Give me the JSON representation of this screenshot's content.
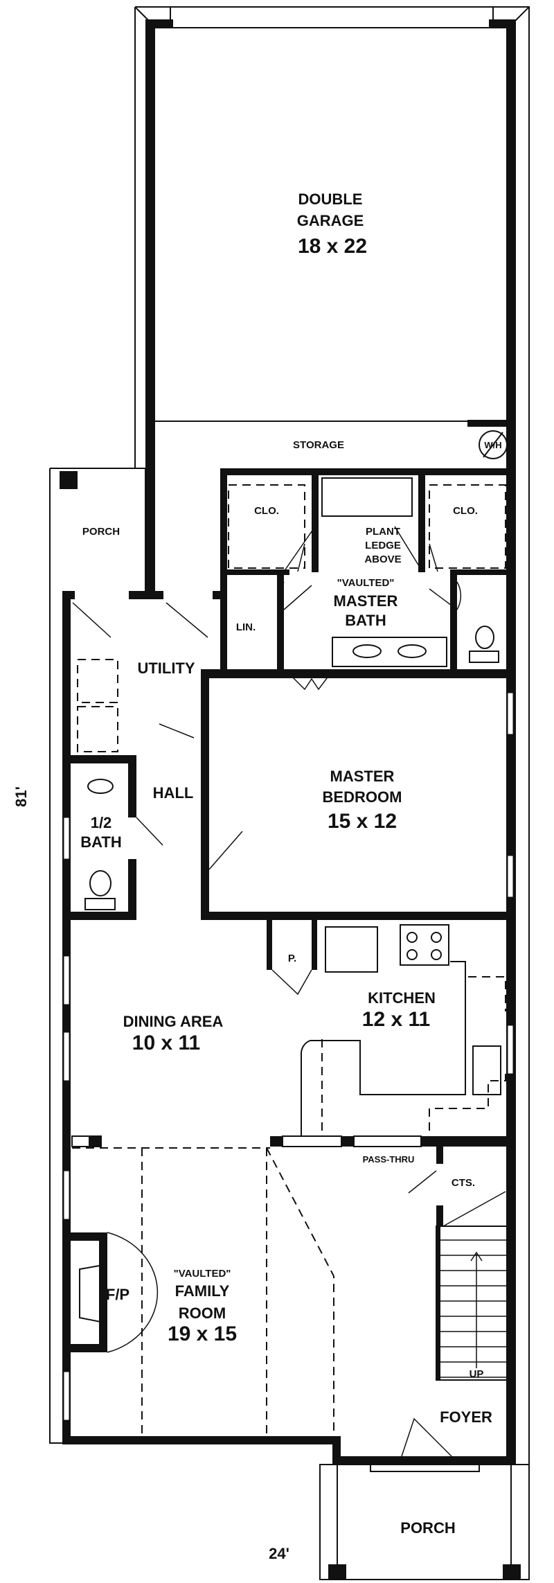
{
  "plan": {
    "garage": {
      "name_line1": "DOUBLE",
      "name_line2": "GARAGE",
      "size": "18 x 22"
    },
    "storage": {
      "name": "STORAGE",
      "water_heater": "W/H"
    },
    "side_porch": {
      "name": "PORCH"
    },
    "closet_left": {
      "name": "CLO."
    },
    "closet_right": {
      "name": "CLO."
    },
    "plant_ledge": {
      "line1": "PLANT",
      "line2": "LEDGE",
      "line3": "ABOVE"
    },
    "master_bath": {
      "note": "\"VAULTED\"",
      "name_line1": "MASTER",
      "name_line2": "BATH"
    },
    "linen": {
      "name": "LIN."
    },
    "utility": {
      "name": "UTILITY"
    },
    "hall": {
      "name": "HALL"
    },
    "half_bath": {
      "name_line1": "1/2",
      "name_line2": "BATH"
    },
    "master_bedroom": {
      "name_line1": "MASTER",
      "name_line2": "BEDROOM",
      "size": "15 x 12"
    },
    "pantry": {
      "name": "P."
    },
    "kitchen": {
      "name": "KITCHEN",
      "size": "12 x 11"
    },
    "dining": {
      "name": "DINING AREA",
      "size": "10 x 11"
    },
    "pass_thru": {
      "name": "PASS-THRU"
    },
    "coats": {
      "name": "CTS."
    },
    "stairs": {
      "direction": "UP"
    },
    "family_room": {
      "note": "\"VAULTED\"",
      "name_line1": "FAMILY",
      "name_line2": "ROOM",
      "size": "19 x 15"
    },
    "fireplace": {
      "name": "F/P"
    },
    "foyer": {
      "name": "FOYER"
    },
    "front_porch": {
      "name": "PORCH"
    },
    "dimensions": {
      "depth": "81'",
      "width": "24'"
    }
  }
}
